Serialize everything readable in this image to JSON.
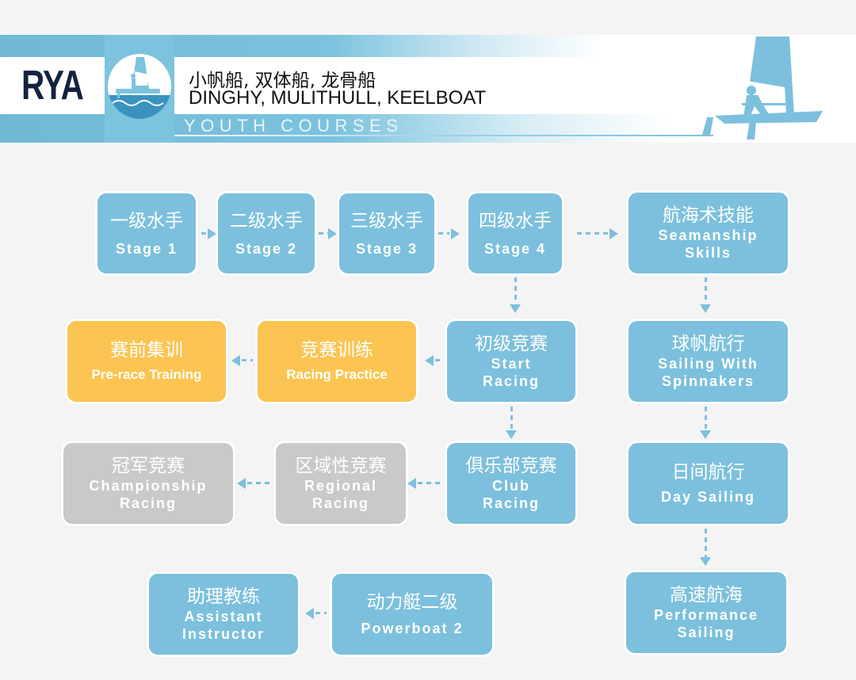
{
  "header": {
    "org_logo_text": "RYA",
    "title_cn": "小帆船, 双体船, 龙骨船",
    "title_en": "DINGHY, MULITHULL, KEELBOAT",
    "subtitle": "YOUTH COURSES"
  },
  "colors": {
    "course_blue": "#7cc0dd",
    "racing_yellow": "#fbc452",
    "advanced_gray": "#c9c9c9",
    "logo_navy": "#13233e",
    "background": "#f4f4f4"
  },
  "nodes": {
    "stage1": {
      "cn": "一级水手",
      "en1": "Stage 1"
    },
    "stage2": {
      "cn": "二级水手",
      "en1": "Stage 2"
    },
    "stage3": {
      "cn": "三级水手",
      "en1": "Stage 3"
    },
    "stage4": {
      "cn": "四级水手",
      "en1": "Stage 4"
    },
    "seamanship": {
      "cn": "航海术技能",
      "en1": "Seamanship",
      "en2": "Skills"
    },
    "start_racing": {
      "cn": "初级竞赛",
      "en1": "Start",
      "en2": "Racing"
    },
    "racing_practice": {
      "cn": "竞赛训练",
      "en1": "Racing Practice"
    },
    "prerace_training": {
      "cn": "赛前集训",
      "en1": "Pre-race Training"
    },
    "spinnakers": {
      "cn": "球帆航行",
      "en1": "Sailing With",
      "en2": "Spinnakers"
    },
    "club_racing": {
      "cn": "俱乐部竞赛",
      "en1": "Club",
      "en2": "Racing"
    },
    "regional_racing": {
      "cn": "区域性竞赛",
      "en1": "Regional",
      "en2": "Racing"
    },
    "championship_racing": {
      "cn": "冠军竞赛",
      "en1": "Championship",
      "en2": "Racing"
    },
    "day_sailing": {
      "cn": "日间航行",
      "en1": "Day Sailing"
    },
    "performance_sailing": {
      "cn": "高速航海",
      "en1": "Performance",
      "en2": "Sailing"
    },
    "powerboat2": {
      "cn": "动力艇二级",
      "en1": "Powerboat 2"
    },
    "assistant_instructor": {
      "cn": "助理教练",
      "en1": "Assistant",
      "en2": "Instructor"
    }
  },
  "edges": [
    [
      "stage1",
      "stage2"
    ],
    [
      "stage2",
      "stage3"
    ],
    [
      "stage3",
      "stage4"
    ],
    [
      "stage4",
      "seamanship"
    ],
    [
      "stage4",
      "start_racing"
    ],
    [
      "start_racing",
      "racing_practice"
    ],
    [
      "racing_practice",
      "prerace_training"
    ],
    [
      "start_racing",
      "club_racing"
    ],
    [
      "club_racing",
      "regional_racing"
    ],
    [
      "regional_racing",
      "championship_racing"
    ],
    [
      "seamanship",
      "spinnakers"
    ],
    [
      "spinnakers",
      "day_sailing"
    ],
    [
      "day_sailing",
      "performance_sailing"
    ],
    [
      "powerboat2",
      "assistant_instructor"
    ]
  ]
}
